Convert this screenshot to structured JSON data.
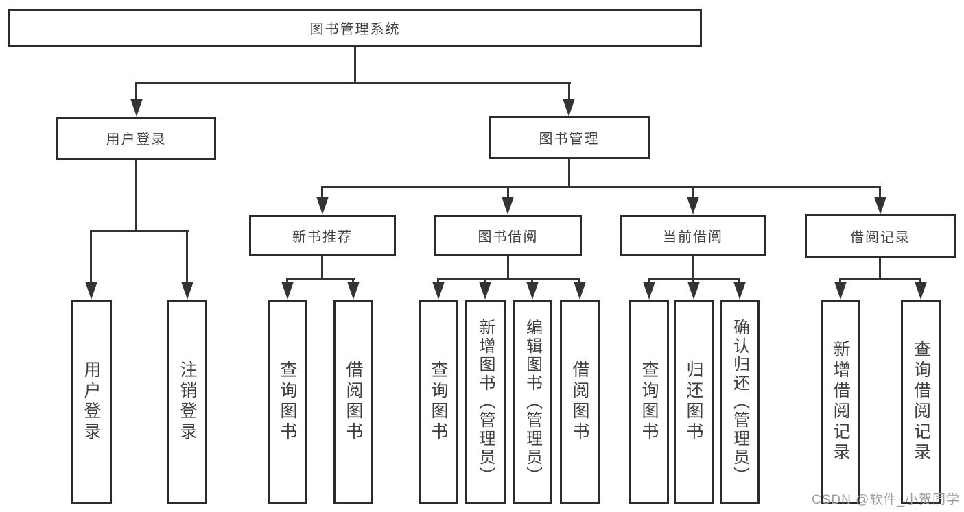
{
  "colors": {
    "line": "#333333",
    "box_border": "#2b2b2b",
    "text": "#3f3f3f",
    "watermark": "#9f9f9f",
    "background": "#ffffff"
  },
  "watermark": {
    "text": "CSDN @软件_小贺同学"
  },
  "tree": {
    "root": {
      "label": "图书管理系统",
      "children": [
        {
          "label": "用户登录",
          "children": [
            {
              "label": "用户登录"
            },
            {
              "label": "注销登录"
            }
          ]
        },
        {
          "label": "图书管理",
          "children": [
            {
              "label": "新书推荐",
              "children": [
                {
                  "label": "查询图书"
                },
                {
                  "label": "借阅图书"
                }
              ]
            },
            {
              "label": "图书借阅",
              "children": [
                {
                  "label": "查询图书"
                },
                {
                  "label": "新增图书（管理员）"
                },
                {
                  "label": "编辑图书（管理员）"
                },
                {
                  "label": "借阅图书"
                }
              ]
            },
            {
              "label": "当前借阅",
              "children": [
                {
                  "label": "查询图书"
                },
                {
                  "label": "归还图书"
                },
                {
                  "label": "确认归还（管理员）"
                }
              ]
            },
            {
              "label": "借阅记录",
              "children": [
                {
                  "label": "新增借阅记录"
                },
                {
                  "label": "查询借阅记录"
                }
              ]
            }
          ]
        }
      ]
    }
  }
}
